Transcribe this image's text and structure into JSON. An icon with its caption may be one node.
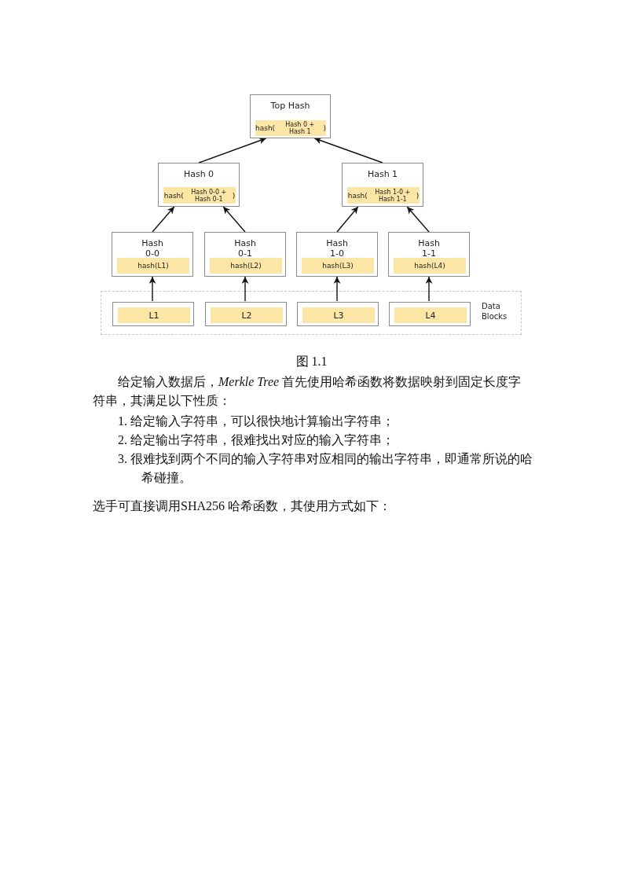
{
  "diagram": {
    "caption": "图 1.1",
    "nodes": [
      {
        "text": [
          "Top Hash"
        ]
      },
      {
        "text": [
          "hash(",
          "Hash 0 + Hash 1",
          ")"
        ],
        "in": 0
      },
      {
        "text": [
          "Hash 0"
        ]
      },
      {
        "text": [
          "hash(",
          "Hash 0-0 + Hash 0-1",
          ")"
        ],
        "in": 2
      },
      {
        "text": [
          "Hash 1"
        ]
      },
      {
        "text": [
          "hash(",
          "Hash 1-0 + Hash 1-1",
          ")"
        ],
        "in": 4
      },
      {
        "text": [
          "Hash 0-0"
        ]
      },
      {
        "text": [
          "hash(L1)"
        ],
        "in": 6
      },
      {
        "text": [
          "Hash 0-1"
        ]
      },
      {
        "text": [
          "hash(L2)"
        ],
        "in": 8
      },
      {
        "text": [
          "Hash 1-0"
        ]
      },
      {
        "text": [
          "hash(L3)"
        ],
        "in": 10
      },
      {
        "text": [
          "Hash 1-1"
        ]
      },
      {
        "text": [
          "hash(L4)"
        ],
        "in": 12
      },
      {
        "text": [
          "Data Blocks"
        ]
      },
      {
        "text": [],
        "shape": "box",
        "in": 14
      },
      {
        "text": [
          "L1"
        ],
        "in": 15
      },
      {
        "text": [],
        "shape": "box",
        "in": 14
      },
      {
        "text": [
          "L2"
        ],
        "in": 17
      },
      {
        "text": [],
        "shape": "box",
        "in": 14
      },
      {
        "text": [
          "L3"
        ],
        "in": 19
      },
      {
        "text": [],
        "shape": "box",
        "in": 14
      },
      {
        "text": [
          "L4"
        ],
        "in": 21
      }
    ],
    "edges": [
      {
        "from": 2,
        "to": 0,
        "arrow": "to"
      },
      {
        "from": 4,
        "to": 0,
        "arrow": "to"
      },
      {
        "from": 6,
        "to": 2,
        "arrow": "to"
      },
      {
        "from": 8,
        "to": 2,
        "arrow": "to"
      },
      {
        "from": 10,
        "to": 4,
        "arrow": "to"
      },
      {
        "from": 12,
        "to": 4,
        "arrow": "to"
      },
      {
        "from": 15,
        "to": 6,
        "arrow": "to"
      },
      {
        "from": 17,
        "to": 8,
        "arrow": "to"
      },
      {
        "from": 19,
        "to": 10,
        "arrow": "to"
      },
      {
        "from": 21,
        "to": 12,
        "arrow": "to"
      }
    ],
    "labels": [
      "给定输入数据后，*Merkle Tree* 首先使用哈希函数将数据映射到固定长度字符串，其满足以下性质：",
      "1. 给定输入字符串，可以很快地计算输出字符串；",
      "2. 给定输出字符串，很难找出对应的输入字符串；",
      "3. 很难找到两个不同的输入字符串对应相同的输出字符串，即通常所说的哈希碰撞。",
      "选手可直接调用SHA256 哈希函数，其使用方式如下："
    ]
  }
}
